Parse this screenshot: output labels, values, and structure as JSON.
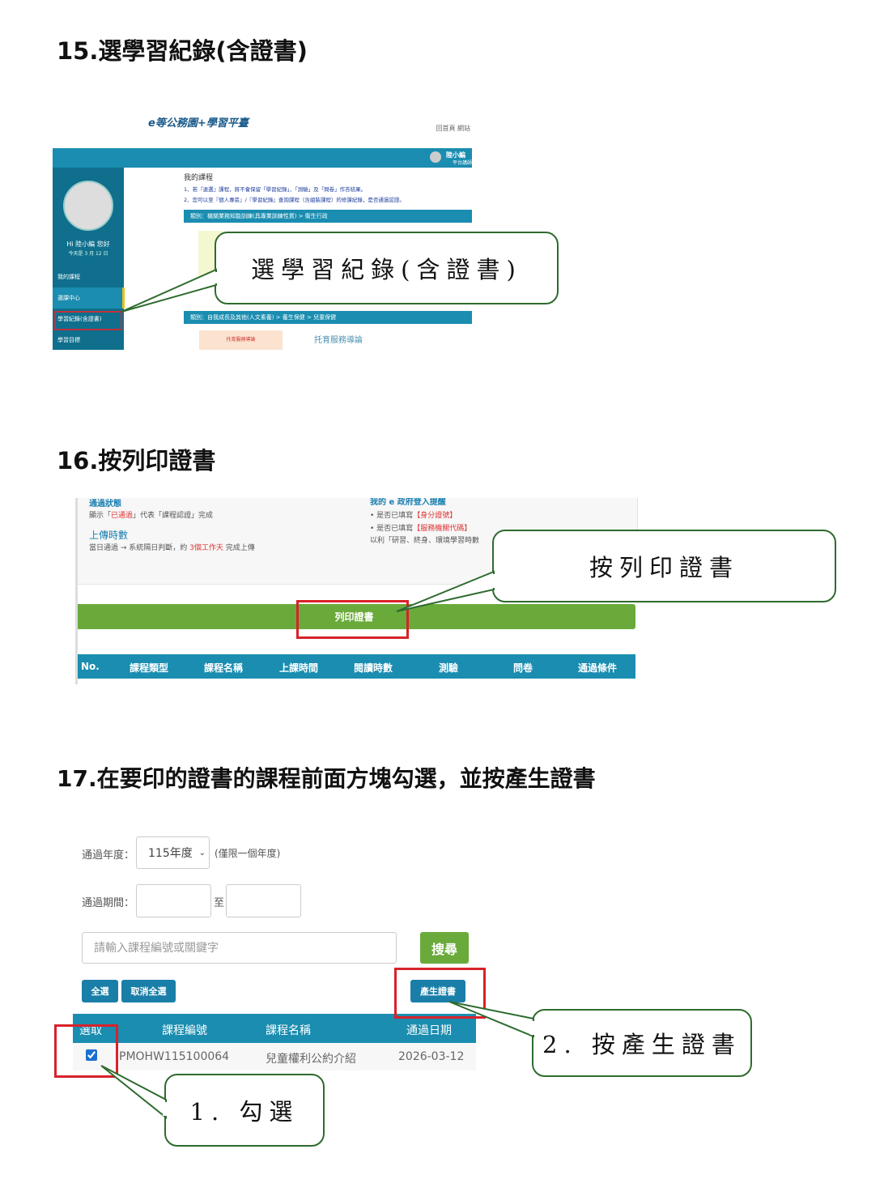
{
  "s15": {
    "heading": "15.選學習紀錄(含證書)",
    "logo": "e等公務園+學習平臺",
    "top_links": "回首頁  網站",
    "user_name": "陸小編",
    "user_sub": "平台講師",
    "greeting": "Hi 陸小編 您好",
    "date": "今天是 3 月 12 日",
    "menu": [
      "我的課程",
      "選課中心",
      "學習紀錄(含證書)",
      "學習目標"
    ],
    "page_title": "我的課程",
    "note1": "1、若『退選』課程，將不會保留「學習紀錄」、「測驗」及「問卷」作答結果。",
    "note2": "2、您可以至『個人專區』/『學習紀錄』查詢課程（含組裝課程）的修課紀錄，是否通過認證。",
    "cat1": "類別：機關業務知能訓練(具專業訓練性質) > 衛生行政",
    "cat2": "類別：自我成長及其他(人文素養) > 養生保健 > 兒童保健",
    "course_thumb": "托育服務導論",
    "course_name": "托育服務導論",
    "callout": "選學習紀錄(含證書)"
  },
  "s16": {
    "heading": "16.按列印證書",
    "status_title": "通過狀態",
    "status_text_pre": "顯示「",
    "status_text_red": "已通過",
    "status_text_post": "」代表「課程認證」完成",
    "upload_title": "上傳時數",
    "upload_text_pre": "當日通過 → 系統隔日判斷，約 ",
    "upload_text_red": "3個工作天",
    "upload_text_post": " 完成上傳",
    "reminder_title": "我的 e 政府登入提醒",
    "bullet1_pre": "是否已填寫",
    "bullet1_red": "【身分證號】",
    "bullet2_pre": "是否已填寫",
    "bullet2_red": "【服務機關代碼】",
    "reminder_tail": "以利「研習、終身、環境學習時數",
    "print_button": "列印證書",
    "columns": [
      "No.",
      "課程類型",
      "課程名稱",
      "上課時間",
      "閱讀時數",
      "測驗",
      "問卷",
      "通過條件"
    ],
    "callout": "按列印證書"
  },
  "s17": {
    "heading": "17.在要印的證書的課程前面方塊勾選，並按產生證書",
    "year_label": "通過年度：",
    "year_value": "115年度",
    "year_note": "(僅限一個年度)",
    "period_label": "通過期間：",
    "period_to": "至",
    "search_placeholder": "請輸入課程編號或關鍵字",
    "search_button": "搜尋",
    "select_all": "全選",
    "deselect_all": "取消全選",
    "generate": "產生證書",
    "columns": [
      "選取",
      "課程編號",
      "課程名稱",
      "通過日期"
    ],
    "row": {
      "checked": true,
      "code": "PMOHW115100064",
      "name": "兒童權利公約介紹",
      "date": "2026-03-12"
    },
    "callout1": "1. 勾選",
    "callout2": "2. 按產生證書"
  },
  "colors": {
    "teal": "#1a8db0",
    "green": "#6aaa3a",
    "red": "#d8222a",
    "callout_border": "#2e6b2e"
  }
}
